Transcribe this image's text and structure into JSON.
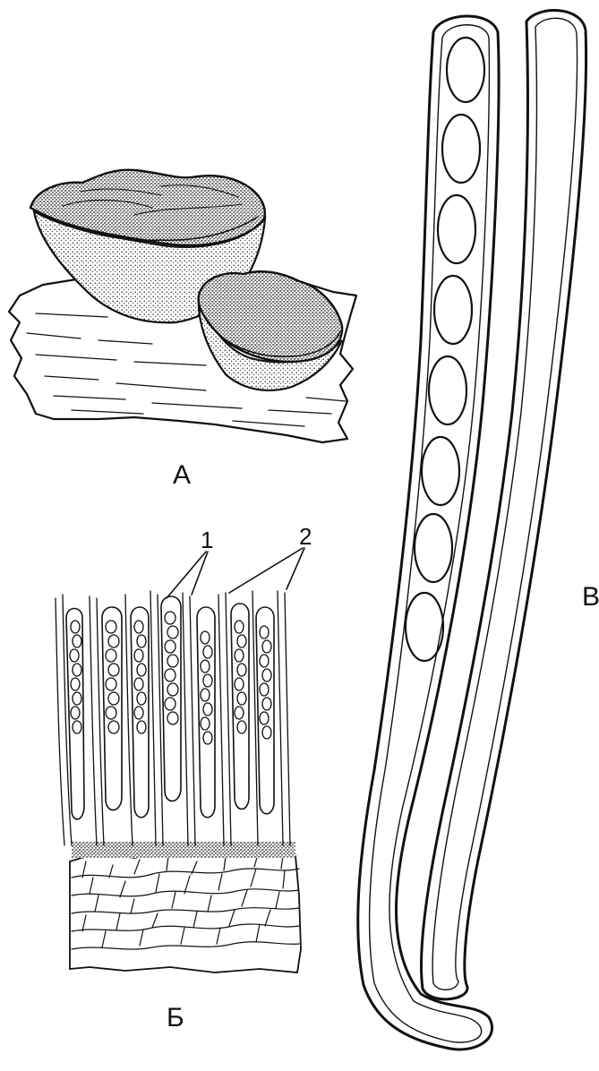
{
  "figure": {
    "panel_labels": {
      "a": "А",
      "b": "Б",
      "c": "В"
    },
    "callouts": {
      "one": "1",
      "two": "2"
    }
  }
}
